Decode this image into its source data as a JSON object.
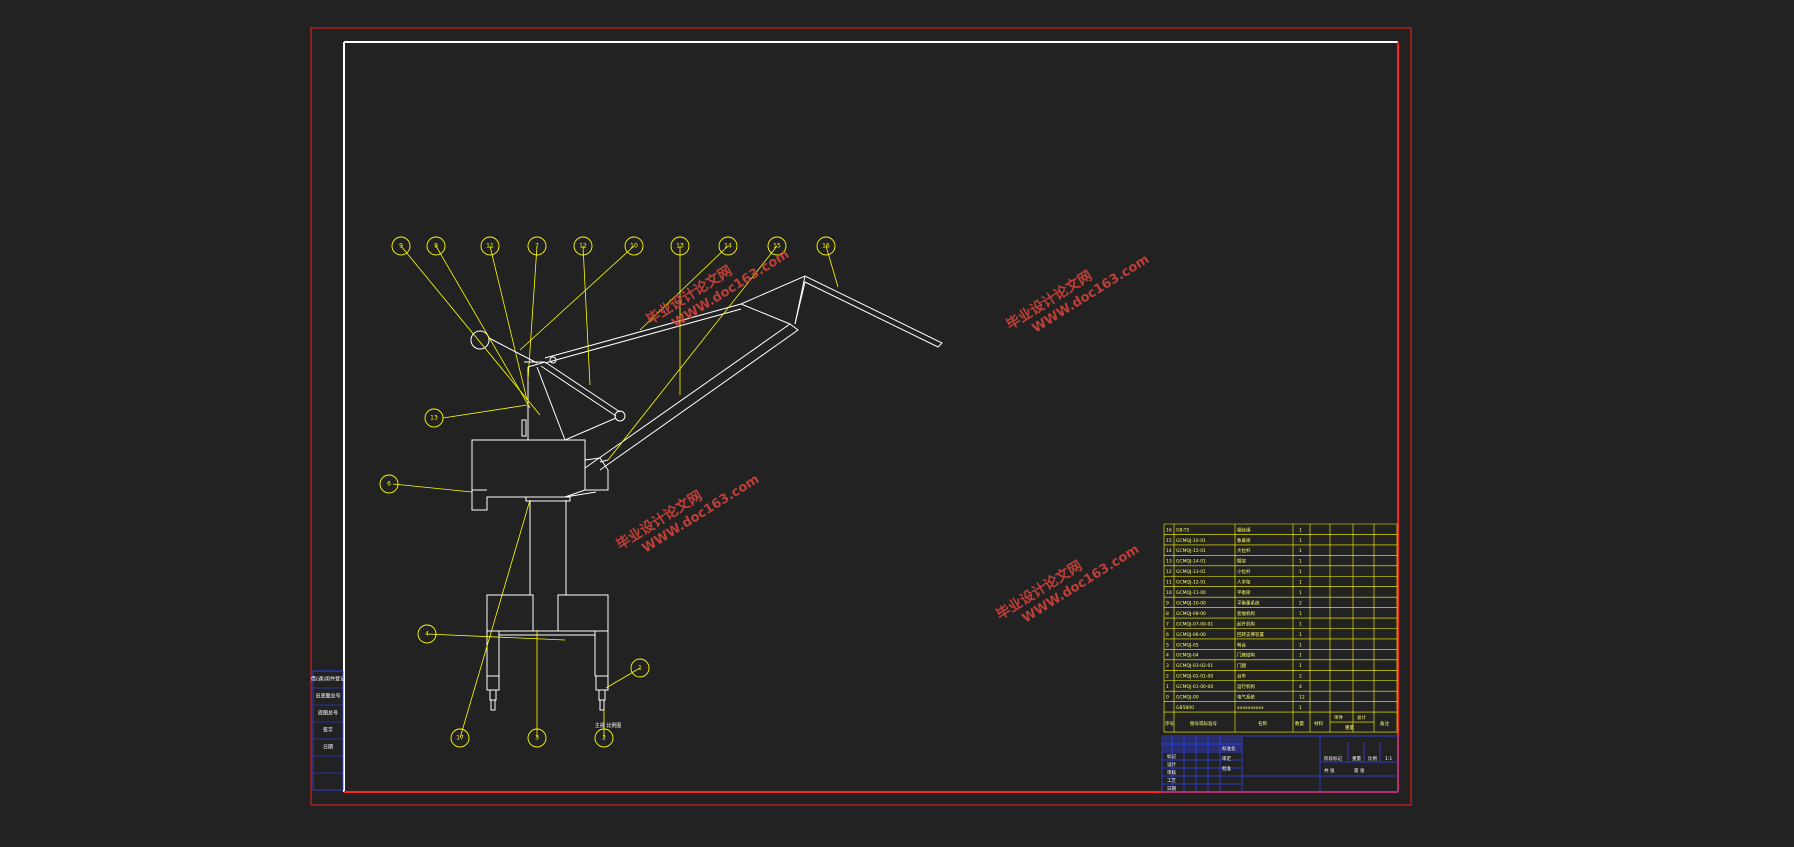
{
  "colors": {
    "background": "#222222",
    "sheet_border": "#cc2222",
    "inner_frame": "#ffffff",
    "inner_frame_bottom": "#ff2222",
    "part_lines": "#ffffff",
    "leaders": "#ffff00",
    "bom_lines": "#ffff00",
    "title_block": "#3344ff",
    "watermark": "#d9453c"
  },
  "drawing": {
    "balloons": [
      "9",
      "8",
      "11",
      "7",
      "12",
      "10",
      "13",
      "14",
      "15",
      "16",
      "13",
      "6",
      "4",
      "1",
      "17",
      "3",
      "2"
    ],
    "leg_note": "主视 比例图"
  },
  "side_stamp": {
    "cells": [
      "借(通)用件登记",
      "旧底图总号",
      "底图总号",
      "签字",
      "日期"
    ]
  },
  "bom": {
    "rows": [
      {
        "no": "16",
        "code": "GB-T5",
        "name": "钢丝绳",
        "qty": "1"
      },
      {
        "no": "15",
        "code": "GCMQJ-10-01",
        "name": "象鼻梁",
        "qty": "1"
      },
      {
        "no": "14",
        "code": "GCMQJ-15-01",
        "name": "大拉杆",
        "qty": "1"
      },
      {
        "no": "13",
        "code": "GCMQJ-14-01",
        "name": "臂架",
        "qty": "1"
      },
      {
        "no": "12",
        "code": "GCMQJ-13-01",
        "name": "小拉杆",
        "qty": "1"
      },
      {
        "no": "11",
        "code": "GCMQJ-12-01",
        "name": "人字架",
        "qty": "1"
      },
      {
        "no": "10",
        "code": "GCMQJ-11-00",
        "name": "平衡梁",
        "qty": "1"
      },
      {
        "no": "9",
        "code": "GCMQJ-10-00",
        "name": "平衡重系统",
        "qty": "2"
      },
      {
        "no": "8",
        "code": "GCMQJ-08-00",
        "name": "变幅机构",
        "qty": "1"
      },
      {
        "no": "7",
        "code": "GCMQJ-07-00-01",
        "name": "起升机构",
        "qty": "1"
      },
      {
        "no": "6",
        "code": "GCMQJ-06-00",
        "name": "回转支撑装置",
        "qty": "1"
      },
      {
        "no": "5",
        "code": "GCMQJ-05",
        "name": "转台",
        "qty": "1"
      },
      {
        "no": "4",
        "code": "GCMQJ-04",
        "name": "门座结构",
        "qty": "1"
      },
      {
        "no": "3",
        "code": "GCMQJ-03-02-01",
        "name": "门腿",
        "qty": "1"
      },
      {
        "no": "2",
        "code": "GCMQJ-02-01-00",
        "name": "台车",
        "qty": "2"
      },
      {
        "no": "1",
        "code": "GCMQJ-01-00-00",
        "name": "运行机构",
        "qty": "4"
      },
      {
        "no": "0",
        "code": "GCMQJ-00",
        "name": "电气系统",
        "qty": "12"
      },
      {
        "no": "",
        "code": "GB5800",
        "name": "xxxxxxxxxx",
        "qty": "1"
      }
    ],
    "header": {
      "no": "序号",
      "code": "图号或标准号",
      "name": "名称",
      "qty": "数量",
      "material": "材料",
      "weight_single": "单件",
      "weight_total": "总计",
      "weight_label": "重量",
      "remark": "备注"
    }
  },
  "title_block": {
    "left_rows": [
      "标记",
      "设计",
      "审核",
      "工艺",
      "日期"
    ],
    "mid_rows": [
      "标准化",
      "审定",
      "批准"
    ],
    "right_top": [
      "阶段标记",
      "重量",
      "比例"
    ],
    "scale": "1:1",
    "right_bottom": [
      "共 张",
      "第 张"
    ]
  },
  "watermarks": [
    {
      "line1": "毕业设计论文网",
      "line2": "WWW.doc163.com"
    },
    {
      "line1": "毕业设计论文网",
      "line2": "WWW.doc163.com"
    },
    {
      "line1": "毕业设计论文网",
      "line2": "WWW.doc163.com"
    },
    {
      "line1": "毕业设计论文网",
      "line2": "WWW.doc163.com"
    }
  ]
}
